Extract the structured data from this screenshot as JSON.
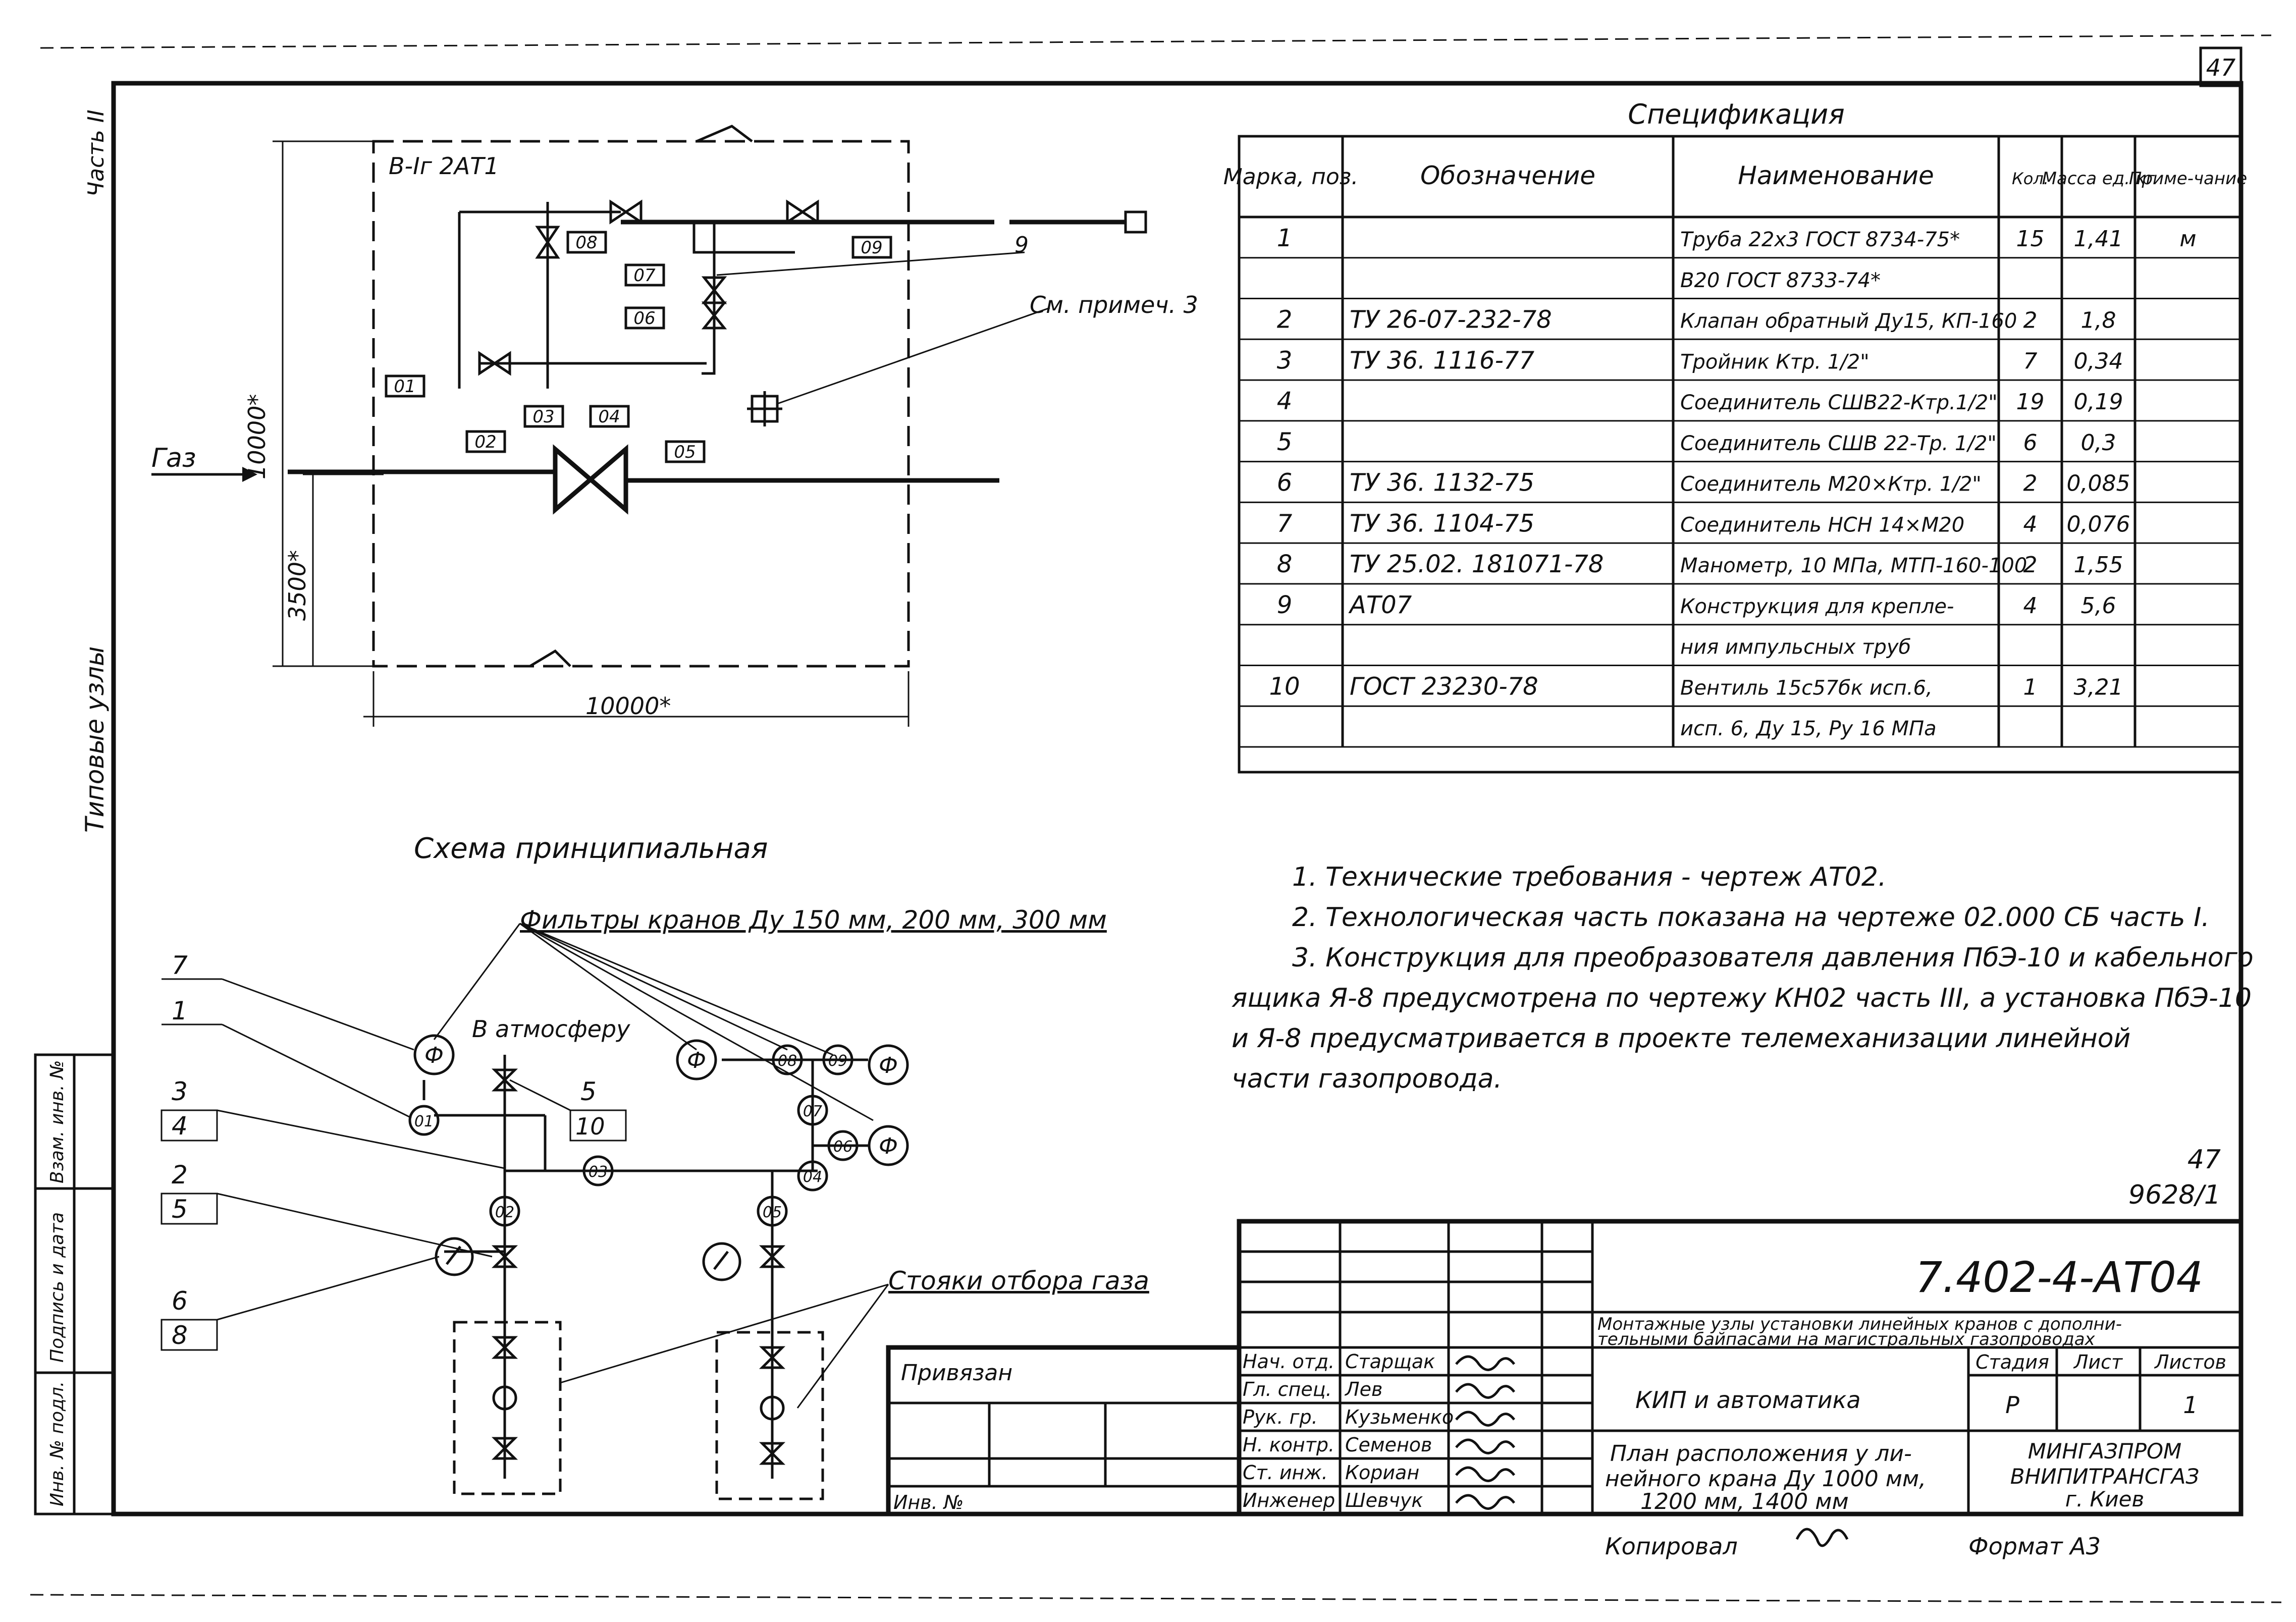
{
  "sheet_number": "47",
  "side_labels": {
    "part": "Часть II",
    "typical_nodes": "Типовые узлы",
    "inv_podl": "Инв. № подл.",
    "sign_date": "Подпись и дата",
    "vzam_inv": "Взам. инв. №"
  },
  "plan": {
    "label_b": "В-Iг 2АТ1",
    "gas": "Газ",
    "dim_10000_vertical": "10000*",
    "dim_3500": "3500*",
    "dim_10000_horizontal": "10000*",
    "see_note": "См. примеч. 3",
    "callout_9": "9",
    "tags": [
      "01",
      "02",
      "03",
      "04",
      "05",
      "06",
      "07",
      "08",
      "09"
    ]
  },
  "specification": {
    "title": "Спецификация",
    "headers": [
      "Марка, поз.",
      "Обозначение",
      "Наименование",
      "Кол.",
      "Масса ед. кг",
      "Приме-чание"
    ],
    "rows": [
      {
        "pos": "1",
        "code": "",
        "name": "Труба 22x3 ГОСТ 8734-75*",
        "qty": "15",
        "mass": "1,41",
        "note": "м"
      },
      {
        "pos": "",
        "code": "",
        "name": "В20 ГОСТ 8733-74*",
        "qty": "",
        "mass": "",
        "note": ""
      },
      {
        "pos": "2",
        "code": "ТУ 26-07-232-78",
        "name": "Клапан обратный Ду15, КП-160",
        "qty": "2",
        "mass": "1,8",
        "note": ""
      },
      {
        "pos": "3",
        "code": "ТУ 36. 1116-77",
        "name": "Тройник Ктр. 1/2\"",
        "qty": "7",
        "mass": "0,34",
        "note": ""
      },
      {
        "pos": "4",
        "code": "",
        "name": "Соединитель СШВ22-Ктр.1/2\"",
        "qty": "19",
        "mass": "0,19",
        "note": ""
      },
      {
        "pos": "5",
        "code": "",
        "name": "Соединитель СШВ 22-Тр. 1/2\"",
        "qty": "6",
        "mass": "0,3",
        "note": ""
      },
      {
        "pos": "6",
        "code": "ТУ 36. 1132-75",
        "name": "Соединитель М20×Ктр. 1/2\"",
        "qty": "2",
        "mass": "0,085",
        "note": ""
      },
      {
        "pos": "7",
        "code": "ТУ 36. 1104-75",
        "name": "Соединитель НСН 14×М20",
        "qty": "4",
        "mass": "0,076",
        "note": ""
      },
      {
        "pos": "8",
        "code": "ТУ 25.02. 181071-78",
        "name": "Манометр, 10 МПа, МТП-160-100",
        "qty": "2",
        "mass": "1,55",
        "note": ""
      },
      {
        "pos": "9",
        "code": "АТ07",
        "name": "Конструкция для крепле-",
        "qty": "4",
        "mass": "5,6",
        "note": ""
      },
      {
        "pos": "",
        "code": "",
        "name": "ния импульсных труб",
        "qty": "",
        "mass": "",
        "note": ""
      },
      {
        "pos": "10",
        "code": "ГОСТ 23230-78",
        "name": "Вентиль 15с57бк исп.6,",
        "qty": "1",
        "mass": "3,21",
        "note": ""
      },
      {
        "pos": "",
        "code": "",
        "name": "исп. 6, Ду 15, Ру 16 МПа",
        "qty": "",
        "mass": "",
        "note": ""
      }
    ]
  },
  "notes": [
    "1. Технические требования - чертеж АТ02.",
    "2. Технологическая часть показана на чертеже 02.000 СБ часть I.",
    "3. Конструкция для преобразователя давления ПбЭ-10 и кабельного",
    "ящика Я-8 предусмотрена по чертежу КН02 часть III, а установка ПбЭ-10",
    "и Я-8 предусматривается в проекте телемеханизации линейной",
    "части газопровода."
  ],
  "doc_ref": {
    "sheet": "47",
    "code": "9628/1"
  },
  "schema": {
    "title": "Схема принципиальная",
    "filters_label": "Фильтры кранов Ду 150 мм, 200 мм, 300 мм",
    "atmosphere": "В атмосферу",
    "gas_sampling": "Стояки отбора газа",
    "left_refs": [
      "7",
      "1",
      "3",
      "4",
      "2",
      "5",
      "6",
      "8"
    ],
    "right_refs": [
      "5",
      "10"
    ],
    "tags": [
      "01",
      "02",
      "03",
      "04",
      "05",
      "06",
      "07",
      "08",
      "09"
    ],
    "gauge_symbol": "Ф"
  },
  "title_block": {
    "doc_code": "7.402-4-АТ04",
    "description_1": "Монтажные узлы установки линейных кранов с дополни-",
    "description_2": "тельными байпасами на магистральных газопроводах",
    "binding": "Привязан",
    "inv": "Инв. №",
    "section": "КИП и автоматика",
    "stage_header": "Стадия",
    "sheet_header": "Лист",
    "sheets_header": "Листов",
    "stage": "Р",
    "sheet": "",
    "sheets": "1",
    "drawing_title_1": "План расположения у ли-",
    "drawing_title_2": "нейного крана Ду 1000 мм,",
    "drawing_title_3": "1200 мм, 1400 мм",
    "org_1": "МИНГАЗПРОМ",
    "org_2": "ВНИПИТРАНСГАЗ",
    "org_3": "г. Киев",
    "roles": [
      {
        "role": "Нач. отд.",
        "name": "Старщак"
      },
      {
        "role": "Гл. спец.",
        "name": "Лев"
      },
      {
        "role": "Рук. гр.",
        "name": "Кузьменко"
      },
      {
        "role": "Н. контр.",
        "name": "Семенов"
      },
      {
        "role": "Ст. инж.",
        "name": "Кориан"
      },
      {
        "role": "Инженер",
        "name": "Шевчук"
      }
    ],
    "copied": "Копировал",
    "format": "Формат А3"
  }
}
